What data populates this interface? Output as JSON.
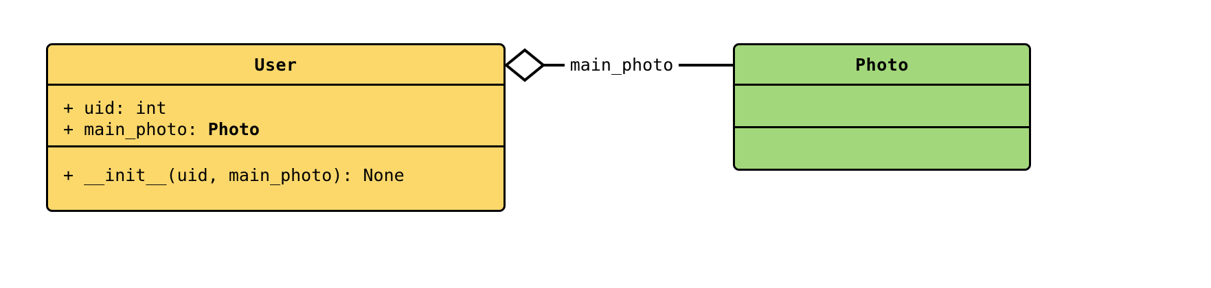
{
  "diagram": {
    "type": "uml-class-diagram",
    "background_color": "#ffffff"
  },
  "classes": [
    {
      "name": "User",
      "fill_color": "#FCD86B",
      "border_color": "#000000",
      "attributes": [
        {
          "visibility": "+",
          "text": "+ uid: int",
          "name": "uid",
          "type": "int",
          "type_is_class": false
        },
        {
          "visibility": "+",
          "prefix": "+ main_photo: ",
          "type": "Photo",
          "name": "main_photo",
          "type_is_class": true
        }
      ],
      "methods": [
        {
          "visibility": "+",
          "text": "+ __init__(uid, main_photo): None",
          "name": "__init__",
          "params": "uid, main_photo",
          "returns": "None"
        }
      ]
    },
    {
      "name": "Photo",
      "fill_color": "#A3D77B",
      "border_color": "#000000",
      "attributes": [],
      "methods": []
    }
  ],
  "relationship": {
    "kind": "aggregation",
    "label": "main_photo",
    "source": "User",
    "target": "Photo",
    "diamond_filled": false,
    "diamond_fill_color": "#ffffff",
    "line_color": "#000000"
  }
}
